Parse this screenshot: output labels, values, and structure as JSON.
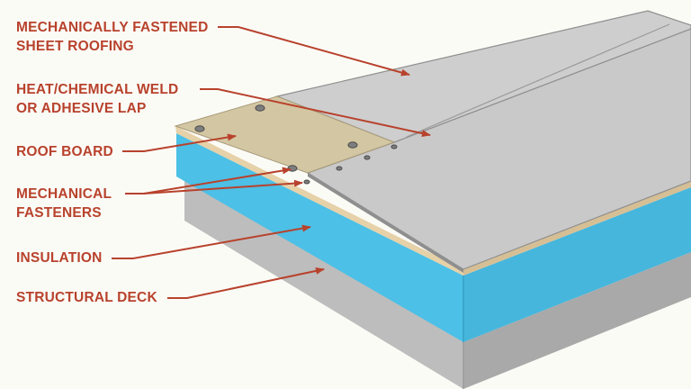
{
  "colors": {
    "label": "#b8422c",
    "leader": "#b8422c",
    "background": "#fbfbf6",
    "membrane_top": "#cdcdcd",
    "membrane_edge": "#8f8f8f",
    "roof_board": "#d3c6a3",
    "insulation_front": "#4cc0e6",
    "insulation_side": "#46b6dc",
    "deck_front": "#bdbdbd",
    "deck_side": "#a9a9a9"
  },
  "callouts": [
    {
      "id": "sheet-roofing",
      "lines": [
        "MECHANICALLY FASTENED",
        "SHEET ROOFING"
      ]
    },
    {
      "id": "lap",
      "lines": [
        "HEAT/CHEMICAL WELD",
        "OR ADHESIVE LAP"
      ]
    },
    {
      "id": "roof-board",
      "lines": [
        "ROOF BOARD"
      ]
    },
    {
      "id": "fasteners",
      "lines": [
        "MECHANICAL",
        "FASTENERS"
      ]
    },
    {
      "id": "insulation",
      "lines": [
        "INSULATION"
      ]
    },
    {
      "id": "deck",
      "lines": [
        "STRUCTURAL DECK"
      ]
    }
  ]
}
